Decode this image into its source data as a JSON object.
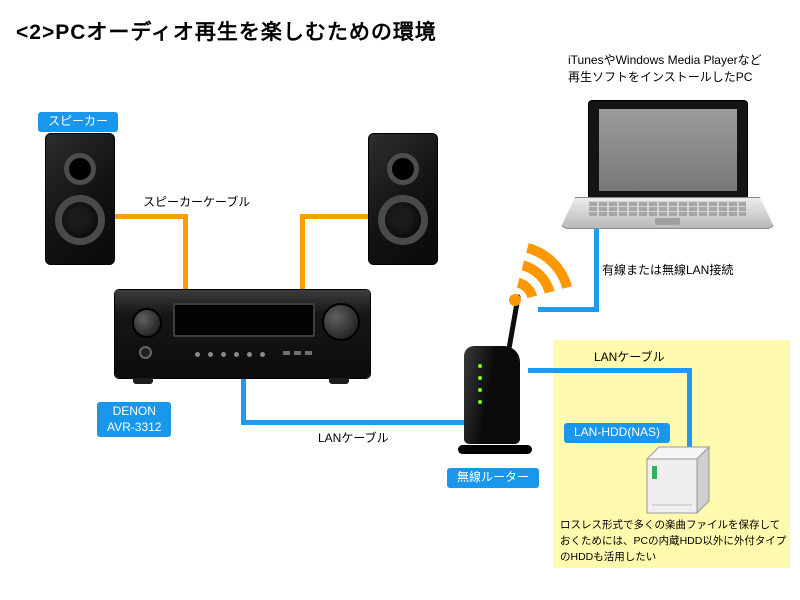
{
  "title": "<2>PCオーディオ再生を楽しむための環境",
  "labels": {
    "speaker_badge": "スピーカー",
    "speaker_cable": "スピーカーケーブル",
    "receiver_badge_line1": "DENON",
    "receiver_badge_line2": "AVR-3312",
    "lan_cable_bottom": "LANケーブル",
    "router_badge": "無線ルーター",
    "pc_caption_line1": "iTunesやWindows Media Playerなど",
    "pc_caption_line2": "再生ソフトをインストールしたPC",
    "lan_connection": "有線または無線LAN接続"
  },
  "nas_panel": {
    "lan_cable": "LANケーブル",
    "nas_badge": "LAN-HDD(NAS)",
    "note_line1": "ロスレス形式で多くの楽曲ファイルを保存して",
    "note_line2": "おくためには、PCの内蔵HDD以外に外付タイプ",
    "note_line3": "のHDDも活用したい"
  },
  "colors": {
    "badge_blue": "#1897EC",
    "cable_orange": "#FFA000",
    "cable_blue": "#1E9BF0",
    "panel_yellow": "#FFFAAD",
    "led_green": "#7CFC00"
  }
}
